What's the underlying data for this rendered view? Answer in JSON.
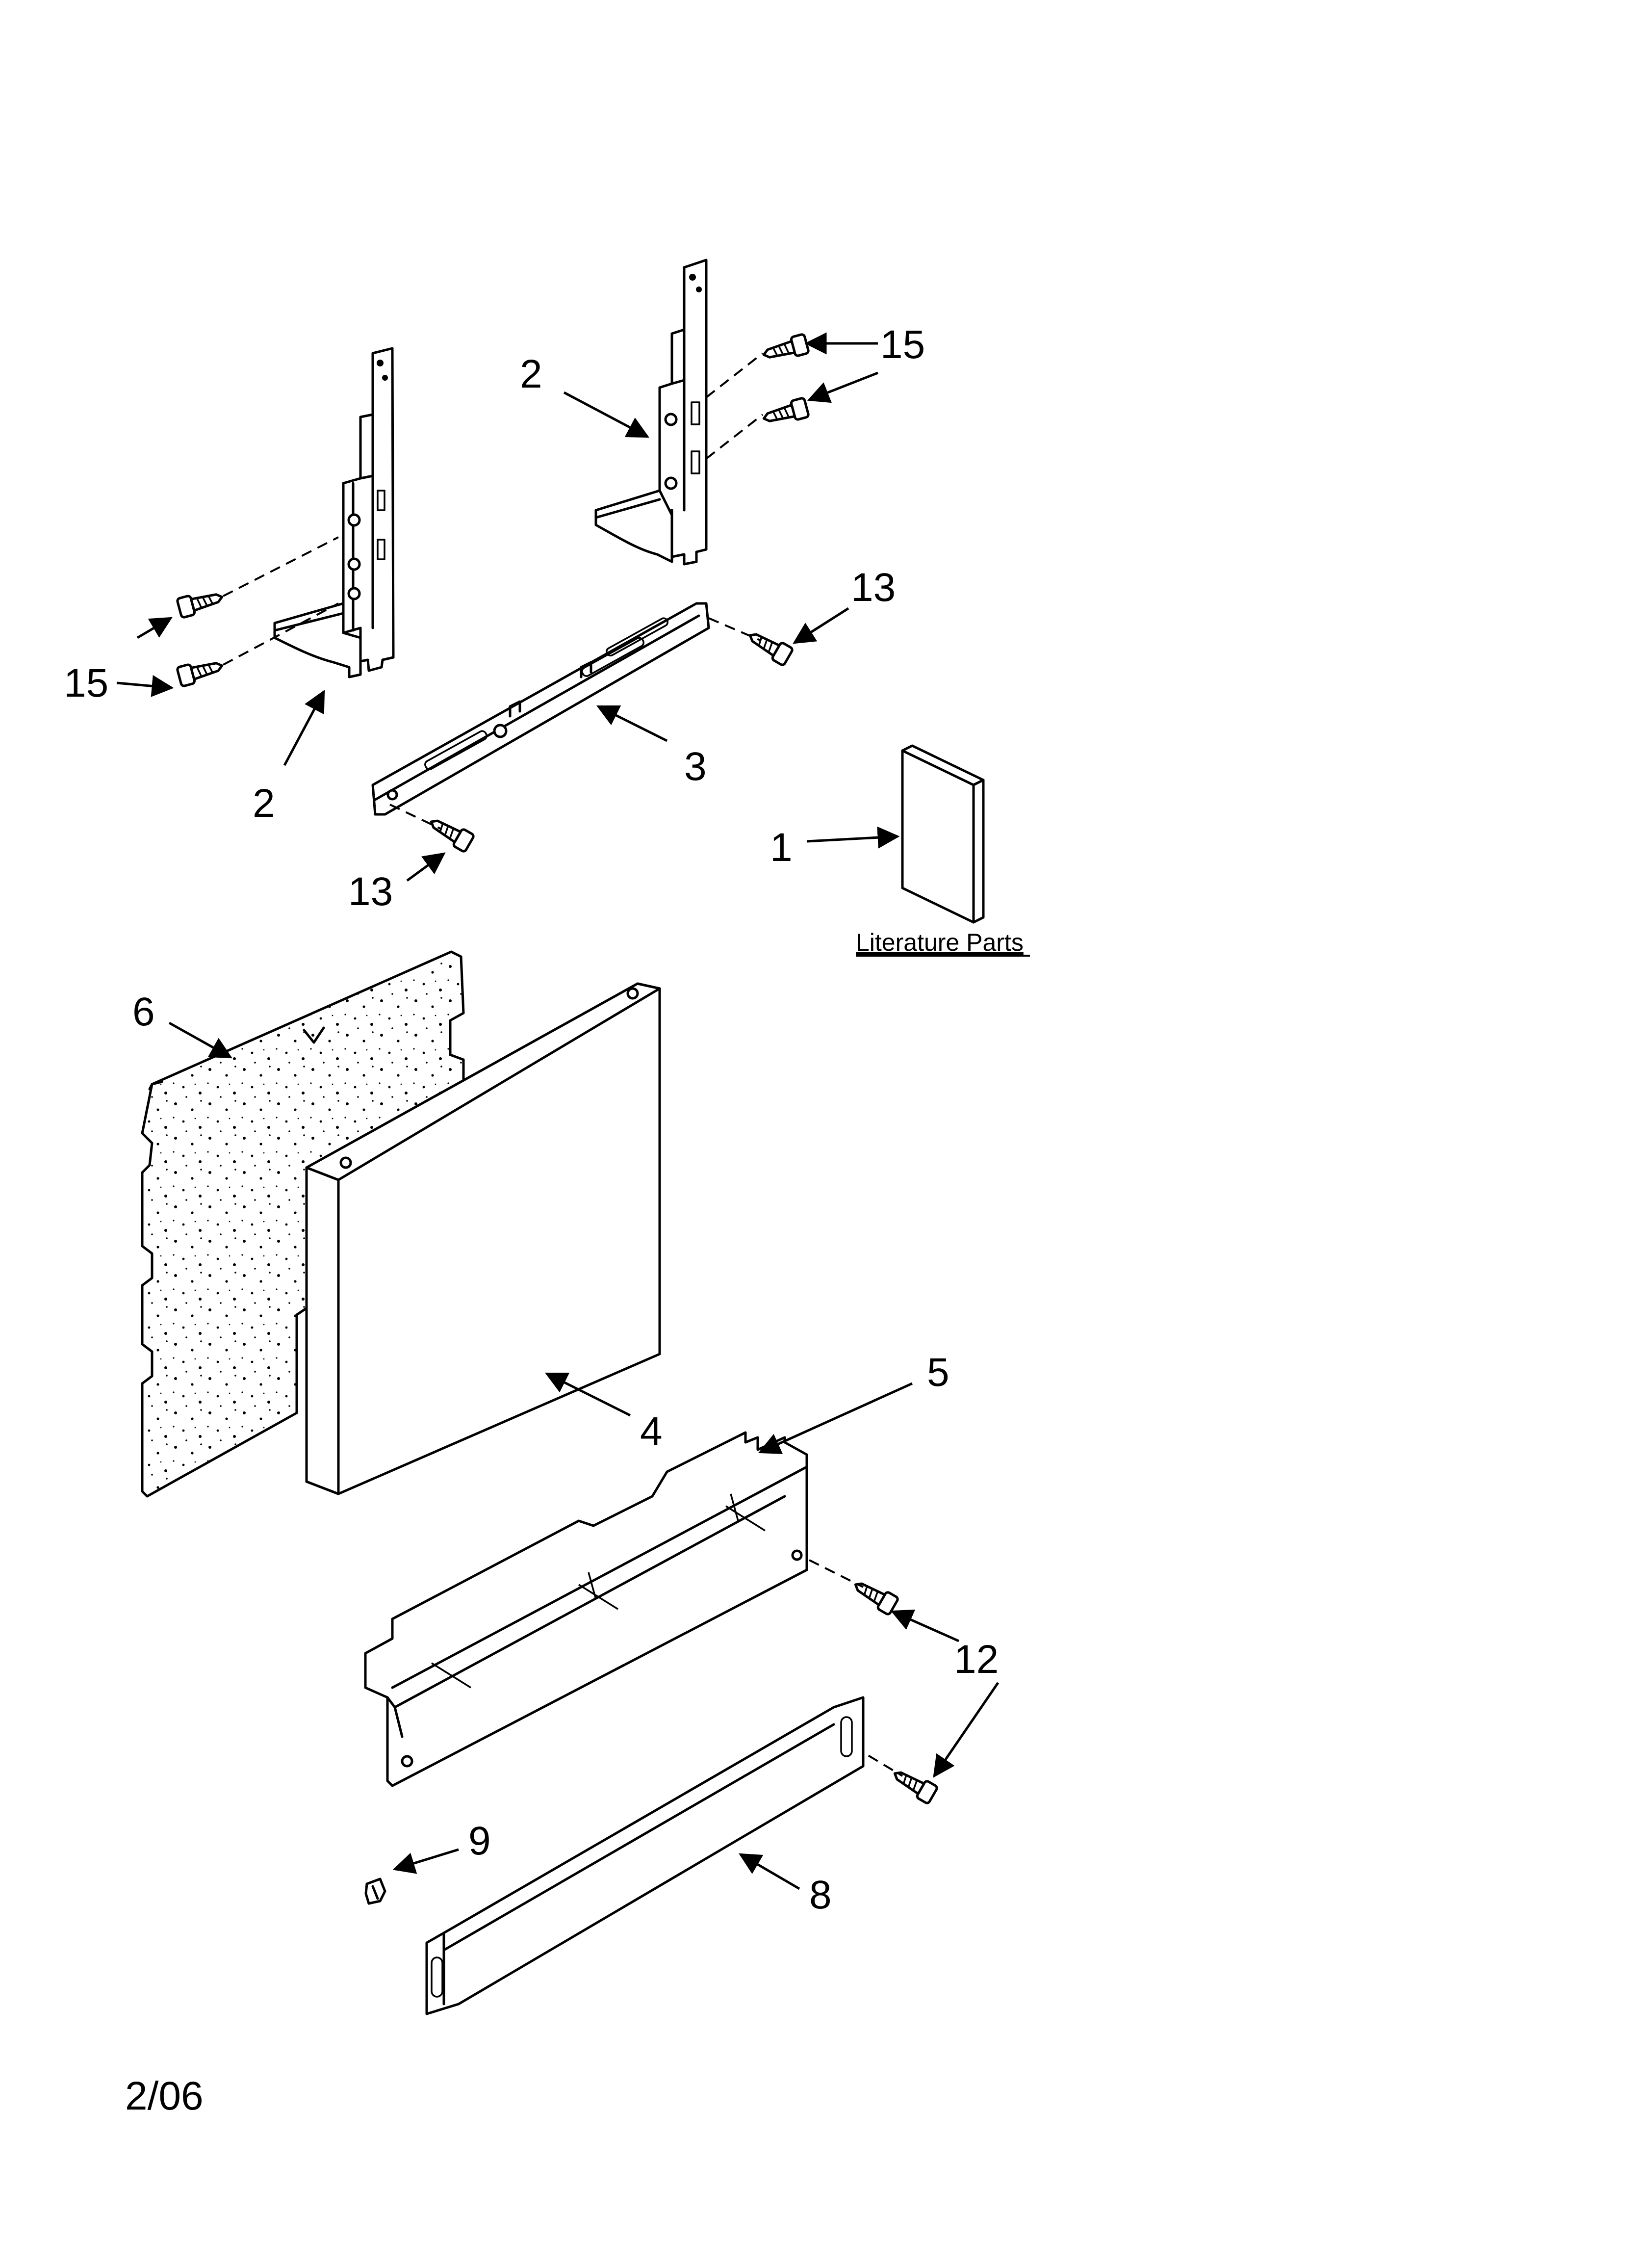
{
  "callouts": {
    "c2_left": "2",
    "c2_right": "2",
    "c15_right": "15",
    "c15_left": "15",
    "c13_right": "13",
    "c13_left": "13",
    "c3": "3",
    "c1": "1",
    "c6": "6",
    "c4": "4",
    "c5": "5",
    "c12": "12",
    "c9": "9",
    "c8": "8"
  },
  "literature_label": "Literature Parts",
  "date_code": "2/06",
  "icons": [
    "screw-icon",
    "bracket-icon",
    "manual-booklet-icon",
    "panel-icon",
    "insulation-icon",
    "clip-icon"
  ],
  "colors": {
    "ink": "#000000",
    "paper": "#ffffff"
  }
}
